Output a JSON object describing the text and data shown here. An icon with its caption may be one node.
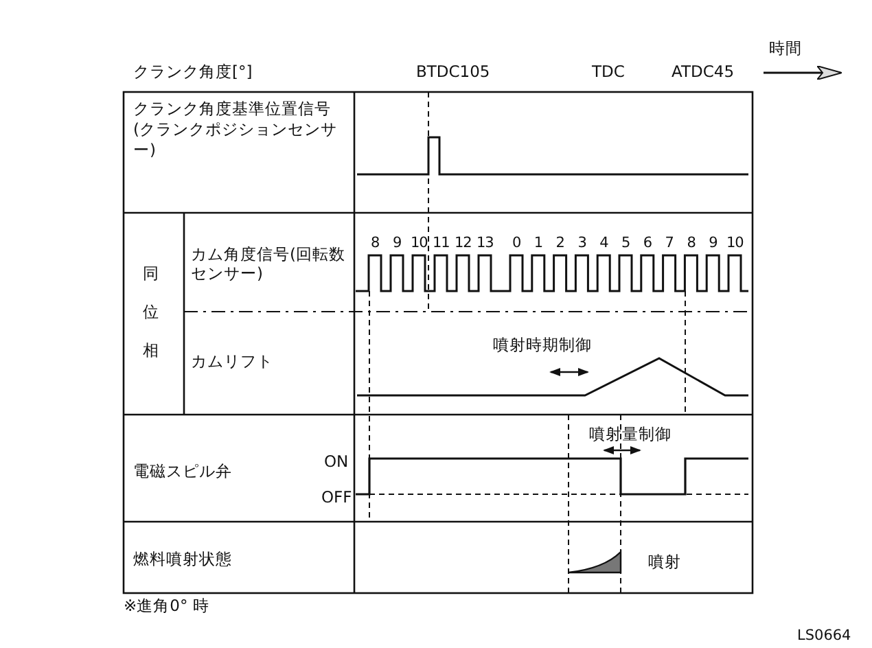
{
  "diagram": {
    "labels": [
      "クランク角度[°]",
      "BTDC105",
      "TDC",
      "ATDC45",
      "時間",
      "クランク角度基準位置信号(クランクポジションセンサー)",
      "同位相",
      "カム角度信号(回転数センサー)",
      "8",
      "9",
      "10",
      "11",
      "12",
      "13",
      "0",
      "1",
      "2",
      "3",
      "4",
      "5",
      "6",
      "7",
      "8",
      "9",
      "10",
      "カムリフト",
      "噴射時期制御",
      "電磁スピル弁",
      "ON",
      "OFF",
      "噴射量制御",
      "燃料噴射状態",
      "噴射",
      "※進角0° 時",
      "LS0664"
    ]
  }
}
